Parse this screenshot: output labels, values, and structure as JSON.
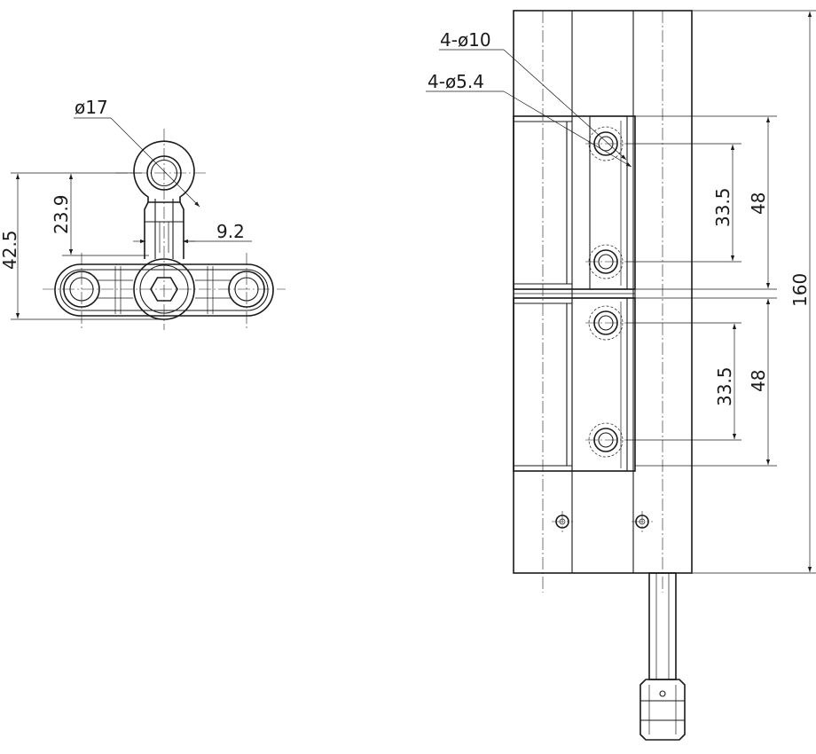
{
  "dimensions": {
    "diameter_17": "ø17",
    "height_23_9": "23.9",
    "height_42_5": "42.5",
    "width_9_2": "9.2",
    "holes_10": "4-ø10",
    "holes_5_4": "4-ø5.4",
    "spacing_33_5_top": "33.5",
    "spacing_48_top": "48",
    "spacing_33_5_bottom": "33.5",
    "spacing_48_bottom": "48",
    "length_160": "160"
  }
}
